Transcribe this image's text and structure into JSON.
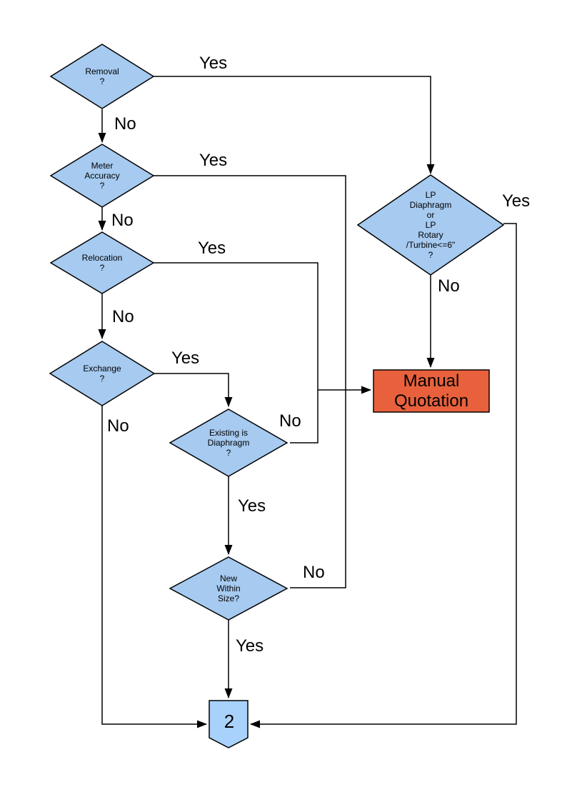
{
  "colors": {
    "background": "#FFFFFF",
    "line": "#000000",
    "decision_fill": "#A6CAF0",
    "process_fill": "#E8613C",
    "connector_fill": "#A8D2FB"
  },
  "nodes": {
    "removal": {
      "type": "decision",
      "label": "Removal\n?"
    },
    "meter_accuracy": {
      "type": "decision",
      "label": "Meter\nAccuracy\n?"
    },
    "relocation": {
      "type": "decision",
      "label": "Relocation\n?"
    },
    "exchange": {
      "type": "decision",
      "label": "Exchange\n?"
    },
    "existing_is_diaphragm": {
      "type": "decision",
      "label": "Existing is\nDiaphragm\n?"
    },
    "new_within_size": {
      "type": "decision",
      "label": "New\nWithin\nSize?"
    },
    "lp_meter_type": {
      "type": "decision",
      "label": "LP\nDiaphragm\nor\nLP\nRotary\n/Turbine<=6\"\n?"
    },
    "manual_quotation": {
      "type": "process",
      "label": "Manual\nQuotation"
    },
    "offpage_connector": {
      "type": "offpage-connector",
      "label": "2"
    }
  },
  "edge_labels": {
    "removal_yes": "Yes",
    "removal_no": "No",
    "meter_accuracy_yes": "Yes",
    "meter_accuracy_no": "No",
    "relocation_yes": "Yes",
    "relocation_no": "No",
    "exchange_yes": "Yes",
    "exchange_no": "No",
    "existing_is_diaphragm_no": "No",
    "existing_is_diaphragm_yes": "Yes",
    "new_within_size_no": "No",
    "new_within_size_yes": "Yes",
    "lp_yes": "Yes",
    "lp_no": "No"
  }
}
